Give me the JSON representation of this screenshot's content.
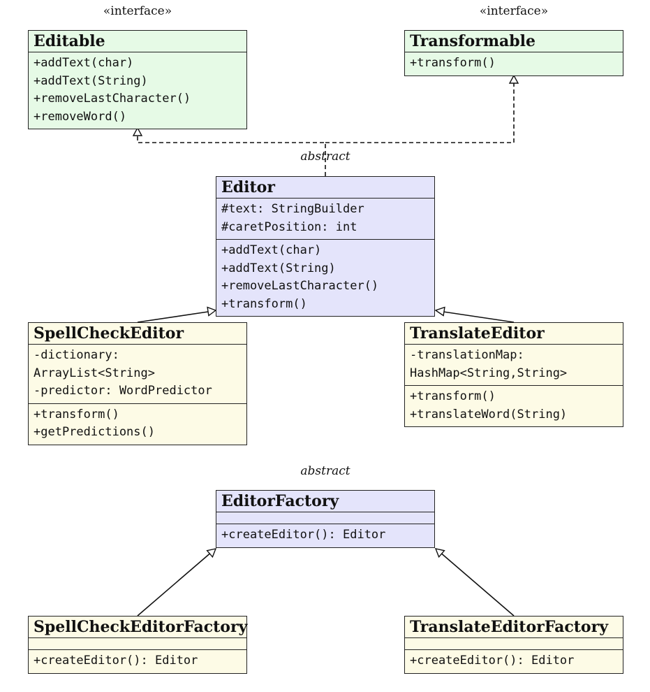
{
  "diagram": {
    "classes": {
      "editable": {
        "stereotype": "«interface»",
        "name": "Editable",
        "attributes": [],
        "operations": [
          "+addText(char)",
          "+addText(String)",
          "+removeLastCharacter()",
          "+removeWord()"
        ]
      },
      "transformable": {
        "stereotype": "«interface»",
        "name": "Transformable",
        "attributes": [],
        "operations": [
          "+transform()"
        ]
      },
      "editor": {
        "stereotype": "abstract",
        "name": "Editor",
        "attributes": [
          "#text: StringBuilder",
          "#caretPosition: int"
        ],
        "operations": [
          "+addText(char)",
          "+addText(String)",
          "+removeLastCharacter()",
          "+transform()"
        ]
      },
      "spell_check_editor": {
        "name": "SpellCheckEditor",
        "attributes": [
          "-dictionary:",
          "ArrayList<String>",
          "-predictor: WordPredictor"
        ],
        "operations": [
          "+transform()",
          "+getPredictions()"
        ]
      },
      "translate_editor": {
        "name": "TranslateEditor",
        "attributes": [
          "-translationMap:",
          "HashMap<String,String>"
        ],
        "operations": [
          "+transform()",
          "+translateWord(String)"
        ]
      },
      "editor_factory": {
        "stereotype": "abstract",
        "name": "EditorFactory",
        "attributes": [],
        "operations": [
          "+createEditor(): Editor"
        ]
      },
      "spell_check_editor_factory": {
        "name": "SpellCheckEditorFactory",
        "operations": [
          "+createEditor(): Editor"
        ]
      },
      "translate_editor_factory": {
        "name": "TranslateEditorFactory",
        "operations": [
          "+createEditor(): Editor"
        ]
      }
    },
    "relations": [
      {
        "from": "editor",
        "to": "editable",
        "kind": "realization"
      },
      {
        "from": "editor",
        "to": "transformable",
        "kind": "realization"
      },
      {
        "from": "spell_check_editor",
        "to": "editor",
        "kind": "generalization"
      },
      {
        "from": "translate_editor",
        "to": "editor",
        "kind": "generalization"
      },
      {
        "from": "spell_check_editor_factory",
        "to": "editor_factory",
        "kind": "generalization"
      },
      {
        "from": "translate_editor_factory",
        "to": "editor_factory",
        "kind": "generalization"
      }
    ]
  }
}
